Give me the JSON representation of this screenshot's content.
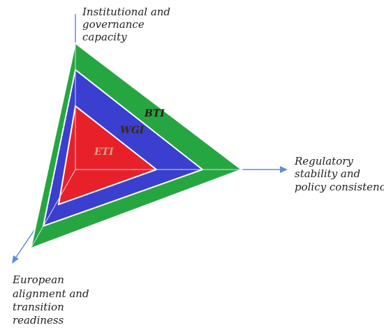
{
  "axes": {
    "top": {
      "lines": [
        "Institutional and",
        "governance",
        "capacity"
      ]
    },
    "right": {
      "lines": [
        "Regulatory",
        "stability and",
        "policy consistency"
      ]
    },
    "bottom_left": {
      "lines": [
        "European",
        "alignment and",
        "transition",
        "readiness"
      ]
    }
  },
  "indices": [
    {
      "name": "BTI",
      "fill": "#26a641",
      "label_color": "#2a1a12"
    },
    {
      "name": "WGI",
      "fill": "#3a3fd0",
      "label_color": "#3a2a00"
    },
    {
      "name": "ETI",
      "fill": "#e8202a",
      "label_color": "#d8a080"
    }
  ]
}
